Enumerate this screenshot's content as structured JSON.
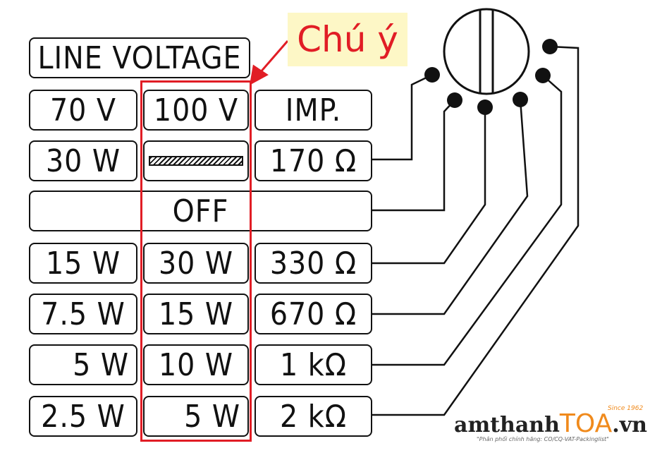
{
  "header": {
    "line_voltage": "LINE VOLTAGE",
    "imp": "IMP."
  },
  "columns": {
    "v70": "70 V",
    "v100": "100 V"
  },
  "rows": [
    {
      "w70": "30 W",
      "w100": "",
      "imp": "170 Ω"
    },
    {
      "off": "OFF"
    },
    {
      "w70": "15 W",
      "w100": "30 W",
      "imp": "330 Ω"
    },
    {
      "w70": "7.5 W",
      "w100": "15 W",
      "imp": "670 Ω"
    },
    {
      "w70": "5 W",
      "w100": "10 W",
      "imp": "1 kΩ"
    },
    {
      "w70": "2.5 W",
      "w100": "5 W",
      "imp": "2 kΩ"
    }
  ],
  "note": "Chú ý",
  "logo": {
    "prefix": "amthanh",
    "brand": "TOA",
    "suffix": ".vn",
    "since": "Since 1962",
    "tagline": "\"Phân phối chính hãng: CO/CQ-VAT-Packinglist\""
  },
  "colors": {
    "highlight": "#e11d25",
    "note_bg": "#fdf7c6",
    "brand": "#f08a1c"
  }
}
